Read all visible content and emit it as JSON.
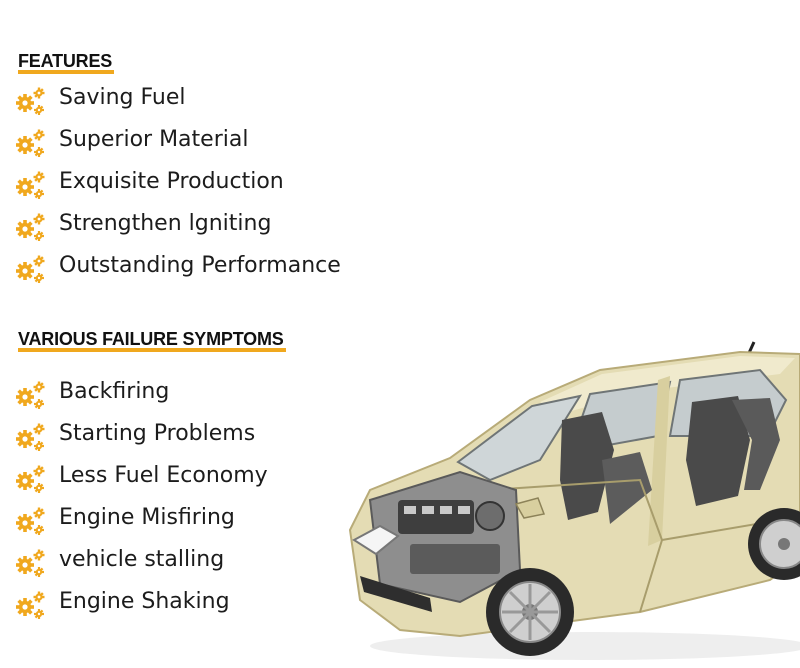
{
  "features": {
    "title": "FEATURES",
    "items": [
      {
        "label": "Saving Fuel",
        "icon": "gears-icon"
      },
      {
        "label": "Superior Material",
        "icon": "gears-icon"
      },
      {
        "label": "Exquisite Production",
        "icon": "gears-icon"
      },
      {
        "label": "Strengthen lgniting",
        "icon": "gears-icon"
      },
      {
        "label": "Outstanding Performance",
        "icon": "gears-icon"
      }
    ]
  },
  "symptoms": {
    "title": "VARIOUS FAILURE SYMPTOMS",
    "items": [
      {
        "label": "Backfiring",
        "icon": "gears-icon"
      },
      {
        "label": "Starting Problems",
        "icon": "gears-icon"
      },
      {
        "label": "Less Fuel Economy",
        "icon": "gears-icon"
      },
      {
        "label": "Engine Misfiring",
        "icon": "gears-icon"
      },
      {
        "label": "vehicle stalling",
        "icon": "gears-icon"
      },
      {
        "label": "Engine Shaking",
        "icon": "gears-icon"
      }
    ]
  },
  "colors": {
    "accent": "#f0a81e",
    "car_body": "#e4dcb4",
    "interior": "#4a4a4a"
  },
  "illustration": {
    "subject": "cutaway-car-illustration"
  }
}
